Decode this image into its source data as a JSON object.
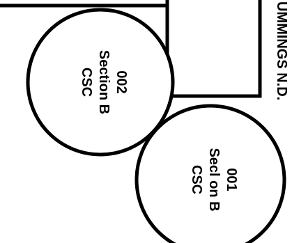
{
  "diagram": {
    "orientation": "rotated 90 degrees clockwise",
    "colors": {
      "ink": "#000000",
      "paper": "#ffffff"
    },
    "header_text": "UMMINGS N.D.",
    "circles": [
      {
        "code": "002",
        "section": "Section B",
        "office": "CSC"
      },
      {
        "code": "001",
        "section": "Secl on B",
        "office": "CSC"
      }
    ]
  }
}
